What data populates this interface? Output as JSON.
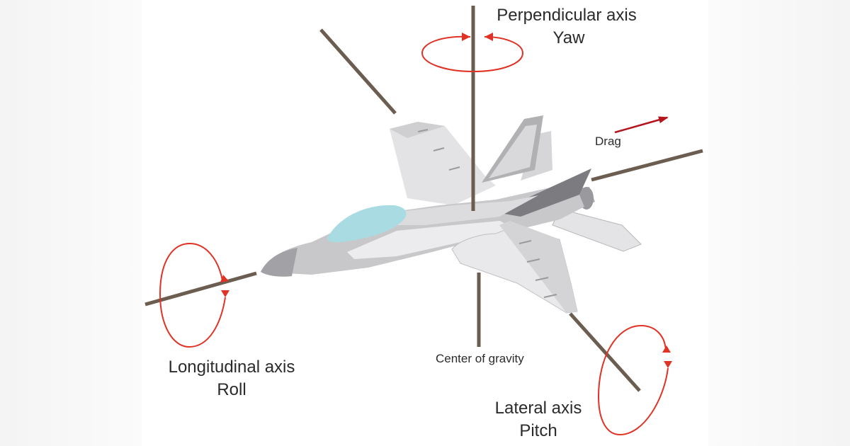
{
  "labels": {
    "yaw_axis": "Perpendicular axis",
    "yaw": "Yaw",
    "drag": "Drag",
    "roll_axis": "Longitudinal axis",
    "roll": "Roll",
    "pitch_axis": "Lateral axis",
    "pitch": "Pitch",
    "center": "Center of gravity"
  },
  "colors": {
    "axis": "#6b5d50",
    "arrow": "#e03325",
    "drag_arrow": "#b5141c",
    "body_light": "#e9e9eb",
    "body_mid": "#c9c9cc",
    "body_dark": "#8d8d91",
    "canopy": "#a9dbe3"
  }
}
